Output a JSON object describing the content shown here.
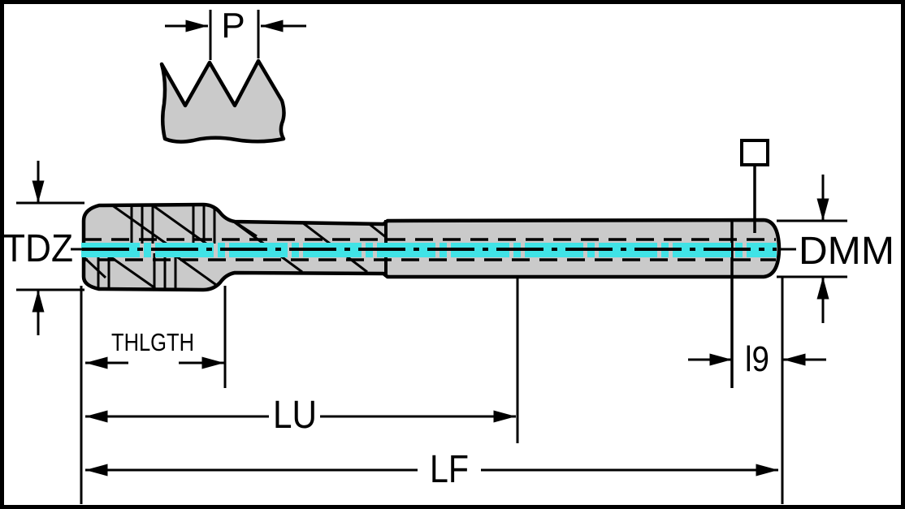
{
  "colors": {
    "background": "#ffffff",
    "line": "#000000",
    "body_fill": "#cacaca",
    "centerline": "#40e3e6"
  },
  "labels": {
    "pitch": "P",
    "thread_diameter": "TDZ",
    "shank_diameter": "DMM",
    "thread_length": "THLGTH",
    "square_length": "l9",
    "flute_length": "LU",
    "overall_length": "LF"
  }
}
